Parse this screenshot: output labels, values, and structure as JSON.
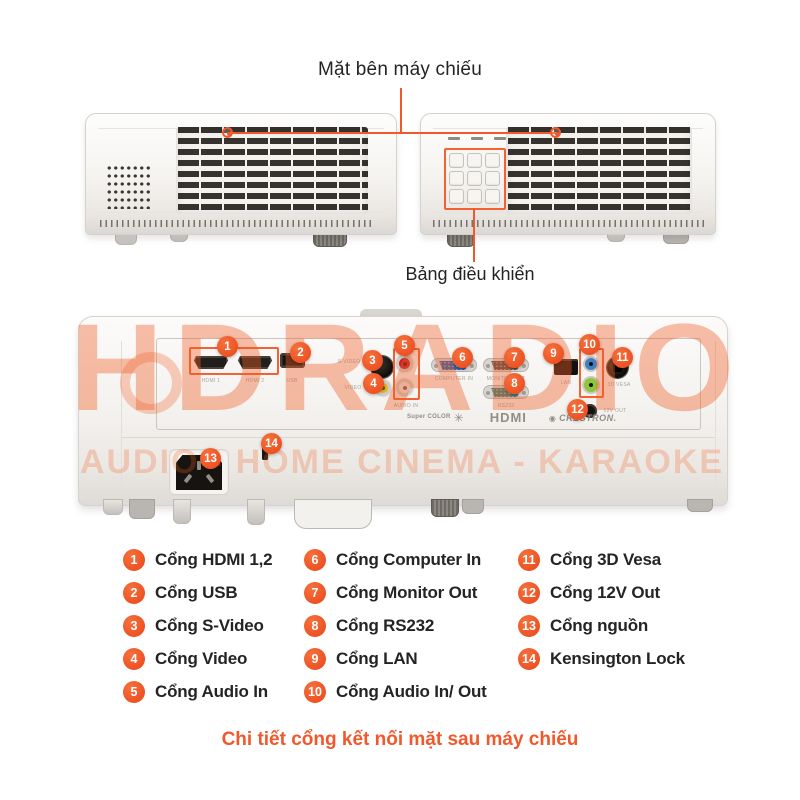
{
  "top": {
    "title": "Mặt bên máy chiếu",
    "control_panel_label": "Bảng điều khiển"
  },
  "back_panel": {
    "port_labels": {
      "hdmi1": "HDMI 1",
      "hdmi2": "HDMI 2",
      "usb": "USB",
      "s_video": "S-VIDEO",
      "video": "VIDEO",
      "audio_in": "AUDIO IN",
      "computer_in": "COMPUTER IN",
      "monitor_out": "MONITOR OUT",
      "rs232": "RS232",
      "lan": "LAN",
      "audio_out": "AUDIO OUT",
      "vesa": "3D VESA",
      "v12": "12V OUT"
    },
    "logos": {
      "supercolor": "Super COLOR",
      "hdmi": "HDMI",
      "crestron": "CRESTRON."
    }
  },
  "watermark": {
    "line1": "HDRADIO",
    "line2": "AUDIO - HOME CINEMA - KARAOKE"
  },
  "markers": [
    "1",
    "2",
    "3",
    "4",
    "5",
    "6",
    "7",
    "8",
    "9",
    "10",
    "11",
    "12",
    "13",
    "14"
  ],
  "legend": {
    "columns": [
      {
        "items": [
          {
            "num": "1",
            "label": "Cổng HDMI 1,2"
          },
          {
            "num": "2",
            "label": "Cổng USB"
          },
          {
            "num": "3",
            "label": "Cổng S-Video"
          },
          {
            "num": "4",
            "label": "Cổng Video"
          },
          {
            "num": "5",
            "label": "Cổng Audio In"
          }
        ]
      },
      {
        "items": [
          {
            "num": "6",
            "label": "Cổng Computer In"
          },
          {
            "num": "7",
            "label": "Cổng Monitor Out"
          },
          {
            "num": "8",
            "label": "Cổng RS232"
          },
          {
            "num": "9",
            "label": "Cổng LAN"
          },
          {
            "num": "10",
            "label": "Cổng Audio In/ Out"
          }
        ]
      },
      {
        "items": [
          {
            "num": "11",
            "label": "Cổng 3D Vesa"
          },
          {
            "num": "12",
            "label": "Cổng 12V Out"
          },
          {
            "num": "13",
            "label": "Cổng nguồn"
          },
          {
            "num": "14",
            "label": "Kensington Lock"
          }
        ]
      }
    ]
  },
  "caption": "Chi tiết cổng kết nối mặt sau máy chiếu"
}
